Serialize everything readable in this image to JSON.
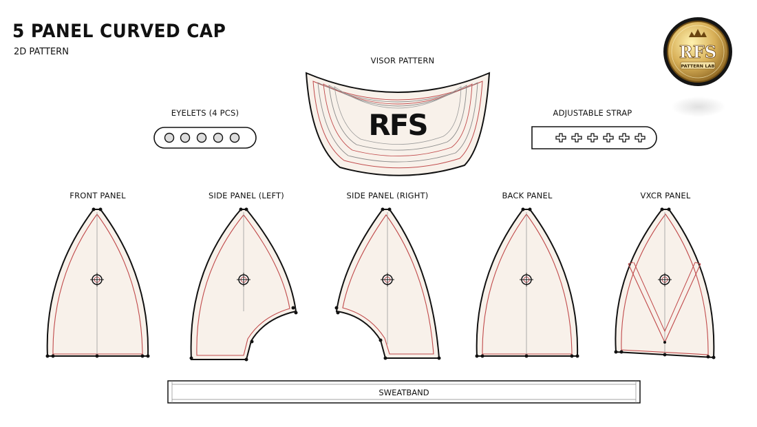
{
  "header": {
    "title": "5 PANEL CURVED CAP",
    "subtitle": "2D PATTERN"
  },
  "logo": {
    "main_text": "RFS",
    "sub_text": "PATTERN LAB",
    "icon": "crown-icon"
  },
  "visor": {
    "label": "VISOR PATTERN",
    "brand_text": "RFS"
  },
  "eyelets": {
    "label": "EYELETS (4 PCS)"
  },
  "strap": {
    "label": "ADJUSTABLE STRAP"
  },
  "panels": {
    "front": "FRONT PANEL",
    "side_left": "SIDE PANEL (LEFT)",
    "side_right": "SIDE PANEL (RIGHT)",
    "back": "BACK PANEL",
    "vxcr": "VXCR PANEL"
  },
  "sweatband": {
    "label": "SWEATBAND"
  },
  "colors": {
    "panel_fill": "#f8f1ea",
    "seam_red": "#c0494a",
    "outline": "#111111",
    "gold": "#c9a14a"
  }
}
